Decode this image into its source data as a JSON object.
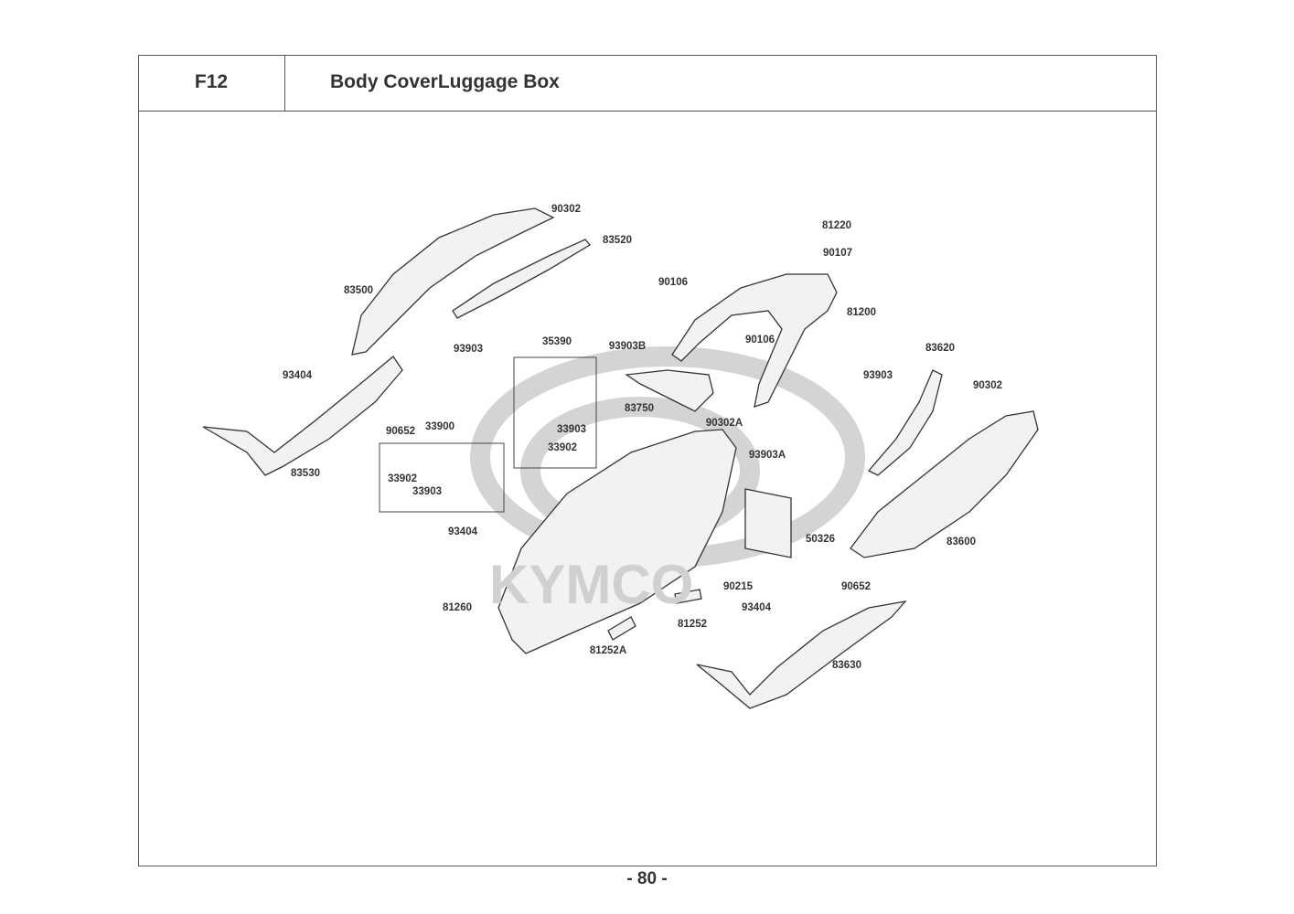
{
  "header": {
    "code": "F12",
    "title": "Body CoverLuggage Box"
  },
  "watermark": "KYMCO",
  "parts": [
    "90302",
    "83520",
    "83500",
    "90106",
    "81220",
    "90107",
    "81200",
    "93903",
    "35390",
    "93903B",
    "90106",
    "83620",
    "93404",
    "93903",
    "90302",
    "83750",
    "90652",
    "33900",
    "33903",
    "90302A",
    "33902",
    "93903A",
    "83530",
    "33902",
    "33903",
    "50326",
    "83600",
    "93404",
    "90215",
    "90652",
    "93404",
    "81260",
    "81252",
    "81252A",
    "83630"
  ],
  "footer": {
    "page": "- 80 -"
  }
}
